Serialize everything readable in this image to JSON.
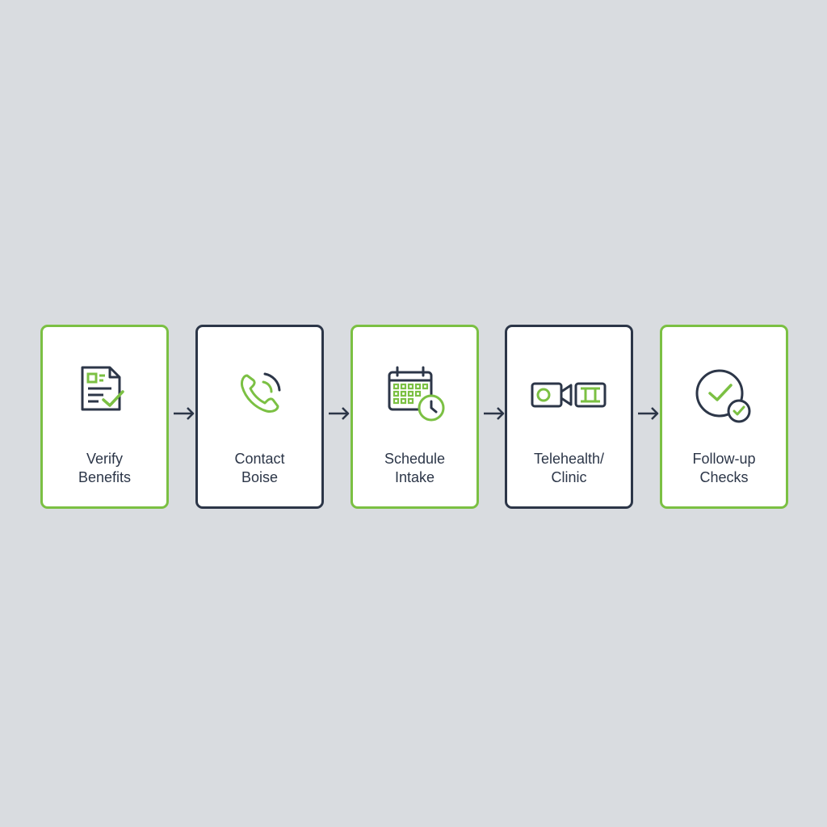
{
  "colors": {
    "background": "#d9dce0",
    "accent_green": "#7bc043",
    "navy": "#2c3648",
    "card_fill": "#ffffff"
  },
  "steps": [
    {
      "line1": "Verify",
      "line2": "Benefits",
      "icon": "document-check-icon",
      "border": "green"
    },
    {
      "line1": "Contact",
      "line2": "Boise",
      "icon": "phone-icon",
      "border": "navy"
    },
    {
      "line1": "Schedule",
      "line2": "Intake",
      "icon": "calendar-clock-icon",
      "border": "green"
    },
    {
      "line1": "Telehealth/",
      "line2": "Clinic",
      "icon": "video-clinic-icon",
      "border": "navy"
    },
    {
      "line1": "Follow-up",
      "line2": "Checks",
      "icon": "check-circle-icon",
      "border": "green"
    }
  ],
  "connector_icon": "right-arrow-icon"
}
